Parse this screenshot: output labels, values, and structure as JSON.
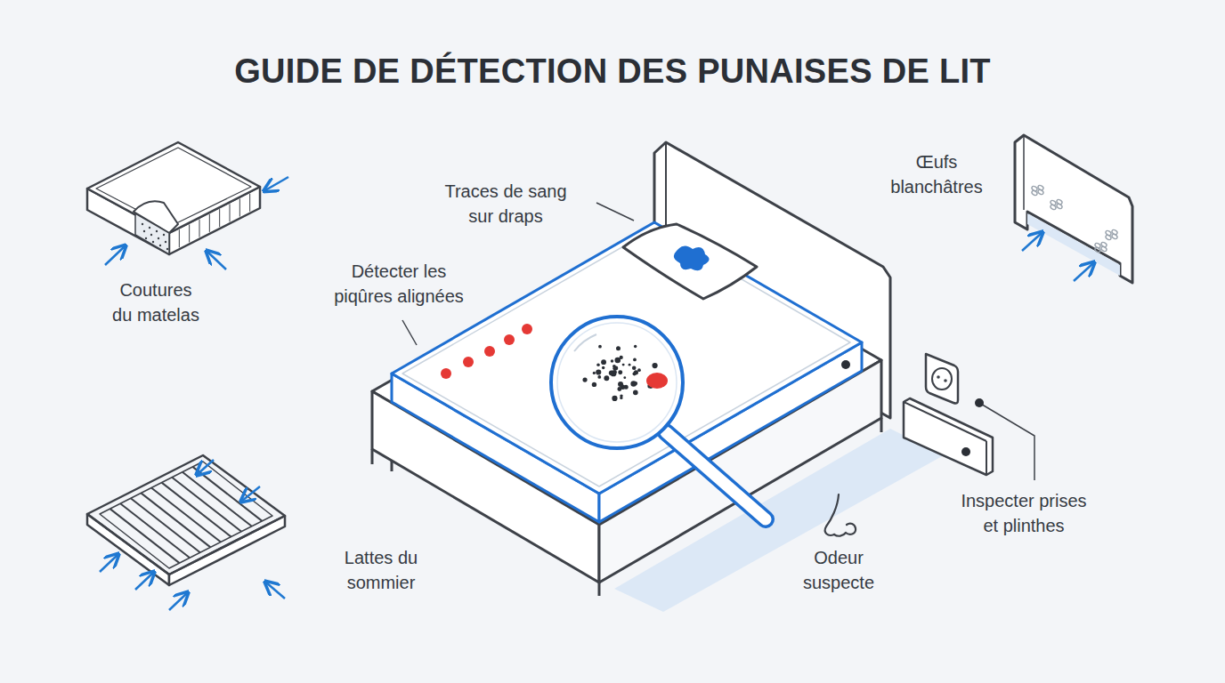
{
  "diagram": {
    "title": "GUIDE DE DÉTECTION DES PUNAISES DE LIT",
    "labels": [
      "Coutures du matelas",
      "Traces de sang sur draps",
      "Détecter les piqûres alignées",
      "Œufs blanchâtres",
      "Inspecter prises et plinthes",
      "Lattes du sommier",
      "Odeur suspecte"
    ]
  }
}
